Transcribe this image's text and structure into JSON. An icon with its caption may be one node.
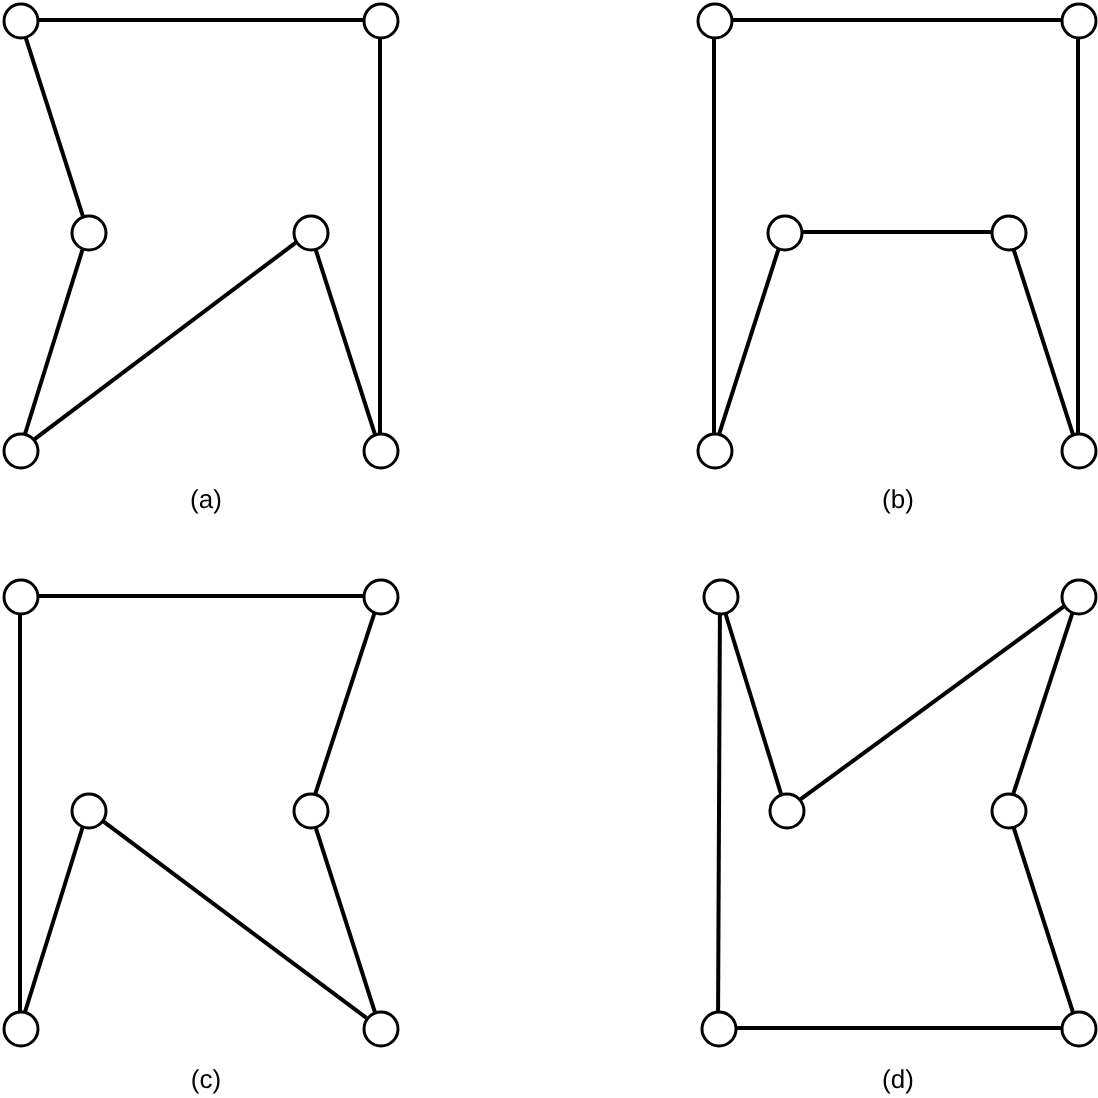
{
  "diagram": {
    "nodes": [
      {
        "text": [],
        "shape": "circle"
      },
      {
        "text": [],
        "shape": "circle"
      },
      {
        "text": [],
        "shape": "circle"
      },
      {
        "text": [],
        "shape": "circle"
      },
      {
        "text": [],
        "shape": "circle"
      },
      {
        "text": [],
        "shape": "circle"
      },
      {
        "text": [],
        "shape": "circle"
      },
      {
        "text": [],
        "shape": "circle"
      },
      {
        "text": [],
        "shape": "circle"
      },
      {
        "text": [],
        "shape": "circle"
      },
      {
        "text": [],
        "shape": "circle"
      },
      {
        "text": [],
        "shape": "circle"
      },
      {
        "text": [],
        "shape": "circle"
      },
      {
        "text": [],
        "shape": "circle"
      },
      {
        "text": [],
        "shape": "circle"
      },
      {
        "text": [],
        "shape": "circle"
      },
      {
        "text": [],
        "shape": "circle"
      },
      {
        "text": [],
        "shape": "circle"
      },
      {
        "text": [],
        "shape": "circle"
      },
      {
        "text": [],
        "shape": "circle"
      },
      {
        "text": [],
        "shape": "circle"
      },
      {
        "text": [],
        "shape": "circle"
      },
      {
        "text": [],
        "shape": "circle"
      },
      {
        "text": [],
        "shape": "circle"
      }
    ],
    "edges": [
      {
        "from": 0,
        "to": 1,
        "arrow": "none"
      },
      {
        "from": 0,
        "to": 2,
        "arrow": "none"
      },
      {
        "from": 2,
        "to": 4,
        "arrow": "none"
      },
      {
        "from": 4,
        "to": 3,
        "arrow": "none"
      },
      {
        "from": 3,
        "to": 5,
        "arrow": "none"
      },
      {
        "from": 5,
        "to": 1,
        "arrow": "none"
      },
      {
        "from": 6,
        "to": 7,
        "arrow": "none"
      },
      {
        "from": 6,
        "to": 10,
        "arrow": "none"
      },
      {
        "from": 10,
        "to": 8,
        "arrow": "none"
      },
      {
        "from": 8,
        "to": 9,
        "arrow": "none"
      },
      {
        "from": 9,
        "to": 11,
        "arrow": "none"
      },
      {
        "from": 11,
        "to": 7,
        "arrow": "none"
      },
      {
        "from": 12,
        "to": 13,
        "arrow": "none"
      },
      {
        "from": 12,
        "to": 16,
        "arrow": "none"
      },
      {
        "from": 16,
        "to": 14,
        "arrow": "none"
      },
      {
        "from": 14,
        "to": 17,
        "arrow": "none"
      },
      {
        "from": 17,
        "to": 15,
        "arrow": "none"
      },
      {
        "from": 15,
        "to": 13,
        "arrow": "none"
      },
      {
        "from": 18,
        "to": 20,
        "arrow": "none"
      },
      {
        "from": 20,
        "to": 19,
        "arrow": "none"
      },
      {
        "from": 19,
        "to": 21,
        "arrow": "none"
      },
      {
        "from": 21,
        "to": 23,
        "arrow": "none"
      },
      {
        "from": 23,
        "to": 22,
        "arrow": "none"
      },
      {
        "from": 22,
        "to": 18,
        "arrow": "none"
      }
    ],
    "labels": [
      "(a)",
      "(b)",
      "(c)",
      "(d)"
    ]
  }
}
